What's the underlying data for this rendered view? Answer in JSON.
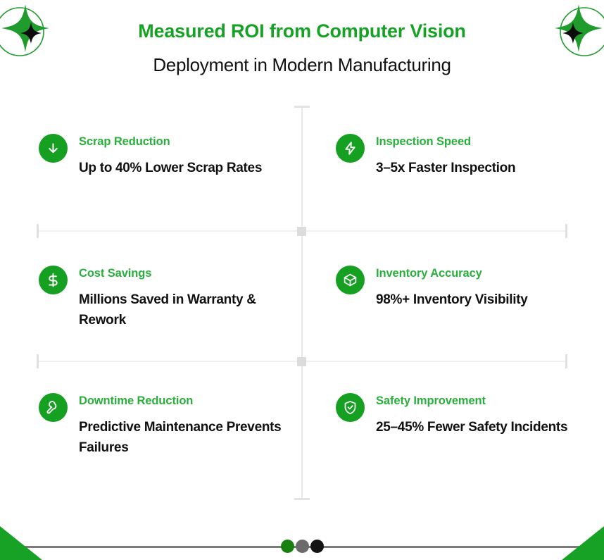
{
  "header": {
    "title": "Measured ROI from Computer Vision",
    "subtitle": "Deployment in Modern Manufacturing"
  },
  "colors": {
    "brand_green": "#17a125",
    "label_green": "#2aaf3c",
    "icon_badge": "#16a022",
    "text_dark": "#111111",
    "divider": "#e9e9e9",
    "footer_rule": "#7a7a7a"
  },
  "metrics": [
    {
      "icon": "arrow-down-icon",
      "label": "Scrap Reduction",
      "value": "Up to 40% Lower Scrap Rates"
    },
    {
      "icon": "lightning-bolt-icon",
      "label": "Inspection Speed",
      "value": "3–5x Faster Inspection"
    },
    {
      "icon": "dollar-sign-icon",
      "label": "Cost Savings",
      "value": "Millions Saved in Warranty & Rework"
    },
    {
      "icon": "package-box-icon",
      "label": "Inventory Accuracy",
      "value": "98%+ Inventory Visibility"
    },
    {
      "icon": "wrench-icon",
      "label": "Downtime Reduction",
      "value": "Predictive Maintenance Prevents Failures"
    },
    {
      "icon": "shield-check-icon",
      "label": "Safety Improvement",
      "value": "25–45% Fewer Safety Incidents"
    }
  ],
  "footer": {
    "dots": [
      {
        "name": "pagination-dot-active",
        "color": "#17800f"
      },
      {
        "name": "pagination-dot",
        "color": "#6b6b6b"
      },
      {
        "name": "pagination-dot",
        "color": "#141414"
      }
    ]
  }
}
